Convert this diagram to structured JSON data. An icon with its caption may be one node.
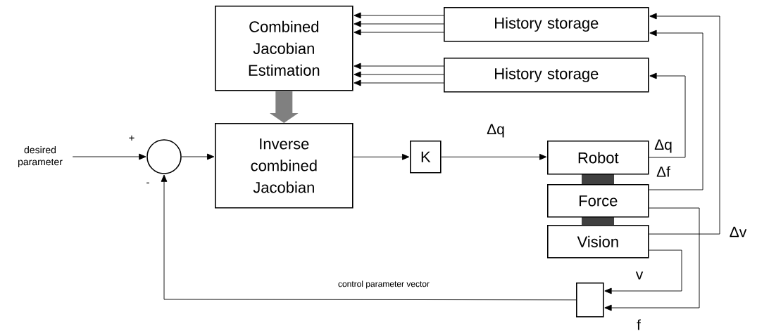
{
  "diagram": {
    "nodes": [
      {
        "text": [
          "Combined Jacobian Estimation"
        ]
      },
      {
        "text": [
          "History storage"
        ]
      },
      {
        "text": [
          "History storage"
        ]
      },
      {
        "text": [
          "Inverse combined Jacobian"
        ]
      },
      {
        "text": [],
        "shape": "circle"
      },
      {
        "text": [
          "K"
        ]
      },
      {
        "text": [
          "Robot"
        ]
      },
      {
        "text": [
          "Force"
        ]
      },
      {
        "text": [
          "Vision"
        ]
      },
      {
        "text": [],
        "shape": "box"
      },
      {
        "text": [
          "desired parameter"
        ]
      }
    ],
    "edges": [
      {
        "from": 10,
        "to": 4,
        "arrow": "to"
      },
      {
        "from": 4,
        "to": 3,
        "arrow": "to"
      },
      {
        "from": 0,
        "to": 3,
        "arrow": "to",
        "style": "thick",
        "color": "#808080"
      },
      {
        "from": 1,
        "to": 0,
        "arrow": "to"
      },
      {
        "from": 1,
        "to": 0,
        "arrow": "to"
      },
      {
        "from": 1,
        "to": 0,
        "arrow": "to"
      },
      {
        "from": 2,
        "to": 0,
        "arrow": "to"
      },
      {
        "from": 2,
        "to": 0,
        "arrow": "to"
      },
      {
        "from": 2,
        "to": 0,
        "arrow": "to"
      },
      {
        "from": 3,
        "to": 5,
        "arrow": "to"
      },
      {
        "from": 5,
        "to": 6,
        "arrow": "to",
        "label": "Δq"
      },
      {
        "from": 6,
        "to": 2,
        "arrow": "to",
        "label": "Δq"
      },
      {
        "from": 7,
        "to": 1,
        "arrow": "to",
        "label": "Δf"
      },
      {
        "from": 8,
        "to": 1,
        "arrow": "to",
        "label": "Δv"
      },
      {
        "from": 8,
        "to": 9,
        "arrow": "to",
        "label": "v"
      },
      {
        "from": 7,
        "to": 9,
        "arrow": "to",
        "label": "f"
      },
      {
        "from": 9,
        "to": 4,
        "arrow": "to",
        "label": "control parameter vector"
      }
    ],
    "labels": [
      "+",
      "-"
    ]
  }
}
